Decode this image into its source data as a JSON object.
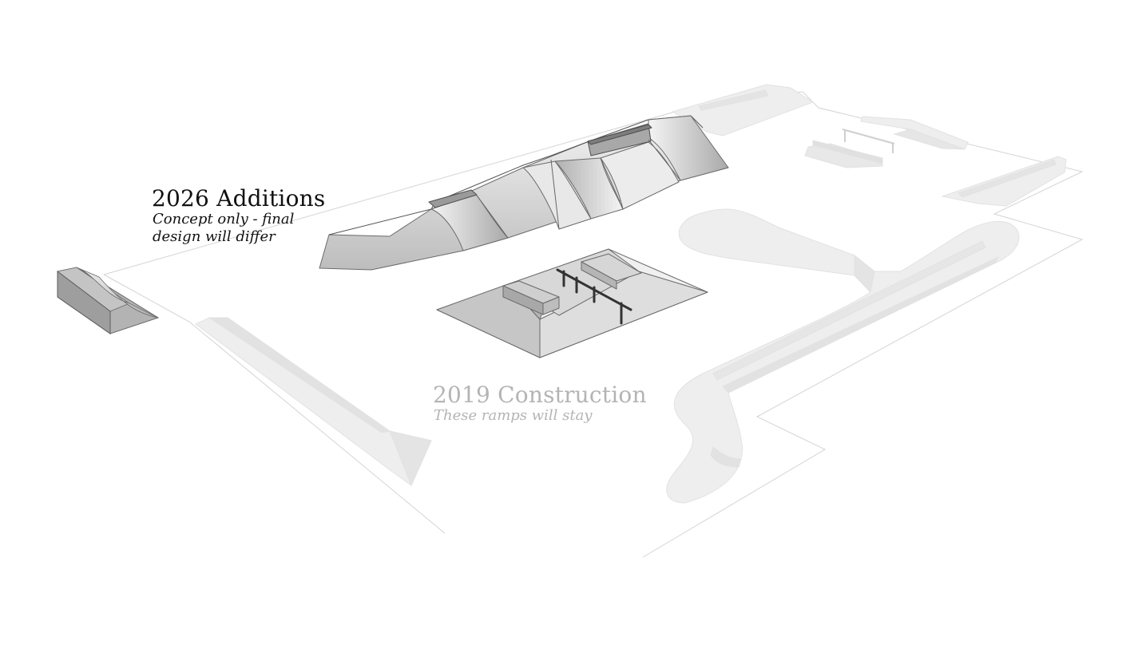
{
  "labels": {
    "new_title": "2026 Additions",
    "new_sub_line1": "Concept only - final",
    "new_sub_line2": "design will differ",
    "old_title": "2019 Construction",
    "old_sub": "These ramps will stay"
  },
  "colors": {
    "background": "#ffffff",
    "new_text": "#111111",
    "old_text": "#b4b4b4",
    "existing_ramps": "#eeeeee",
    "new_ramps": "#bdbdbd",
    "rail": "#333333"
  }
}
